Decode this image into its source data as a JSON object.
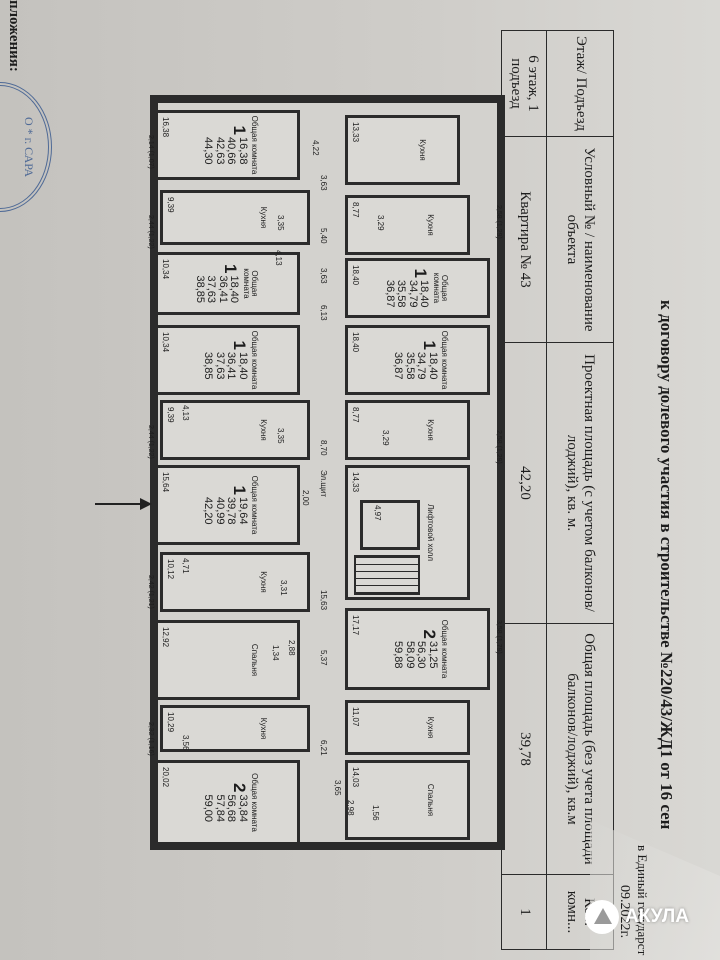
{
  "header": {
    "title": "к договору долевого участия в строительстве №220/43/ЖД1 от 16 сен"
  },
  "side_text": "пложения:",
  "stamp_text": "О * г. САРА",
  "table": {
    "headers": [
      "Этаж/ Подъезд",
      "Условный № / наименование объекта",
      "Проектная площадь (с учетом балконов/лоджий), кв. м.",
      "Общая площадь (без учета площади балконов/лоджий), кв.м",
      "Ко... комн..."
    ],
    "row": [
      "6 этаж, 1 подъезд",
      "Квартира № 43",
      "42,20",
      "39,78",
      "1"
    ]
  },
  "footer": {
    "date": "09.2022г.",
    "registry": "в Единый государст"
  },
  "plan": {
    "rooms": [
      {
        "name": "Общая комната",
        "count": "1",
        "areas": [
          "16,38",
          "40,66",
          "42,63",
          "44,30"
        ],
        "dim": "16,38"
      },
      {
        "name": "Кухня",
        "dim": "9,39"
      },
      {
        "name": "Общая комната",
        "count": "1",
        "areas": [
          "18,40",
          "36,41",
          "37,63",
          "38,85"
        ],
        "dim": "10,34"
      },
      {
        "name": "Общая комната",
        "count": "1",
        "areas": [
          "18,40",
          "36,41",
          "37,63",
          "38,85"
        ],
        "dim": "10,34"
      },
      {
        "name": "Кухня",
        "dim": "9,39"
      },
      {
        "name": "Общая комната",
        "count": "1",
        "areas": [
          "19,64",
          "39,78",
          "40,99",
          "42,20"
        ],
        "dim": "15,64"
      },
      {
        "name": "Кухня",
        "dim": "10,12"
      },
      {
        "name": "Спальня",
        "dim": "12,92"
      },
      {
        "name": "Кухня",
        "dim": "10,29"
      },
      {
        "name": "Общая комната",
        "count": "2",
        "areas": [
          "33,84",
          "56,68",
          "57,84",
          "59,00"
        ],
        "dim": "20,02"
      },
      {
        "name": "Кухня",
        "dim": "13,33"
      },
      {
        "name": "Кухня",
        "dim": "8,77"
      },
      {
        "name": "Общая комната",
        "count": "1",
        "areas": [
          "18,40",
          "34,79",
          "35,58",
          "36,87"
        ],
        "dim": "18,40"
      },
      {
        "name": "Общая комната",
        "count": "1",
        "areas": [
          "18,40",
          "34,79",
          "35,58",
          "36,87"
        ],
        "dim": "18,40"
      },
      {
        "name": "Кухня",
        "dim": "8,77"
      },
      {
        "name": "Лифтовой холл",
        "dim": "14,33"
      },
      {
        "name": "Общая комната",
        "count": "2",
        "areas": [
          "31,25",
          "56,30",
          "58,09",
          "59,88"
        ],
        "dim": "17,17"
      },
      {
        "name": "Кухня",
        "dim": "11,07"
      },
      {
        "name": "Спальня",
        "dim": "14,03"
      }
    ],
    "balconies": [
      "2,14 (1,07)",
      "2,44 (1,22)",
      "2,44 (1,22)",
      "2,42 (1,21)",
      "2,32 (1,16)",
      "2,58 (1,29)",
      "2,58 (1,29)",
      "3,58 (1,79)"
    ],
    "dims": [
      "4,22",
      "3,63",
      "3,35",
      "5,40",
      "4,13",
      "6,13",
      "3,29",
      "3,63",
      "4,13",
      "3,35",
      "8,70",
      "3,29",
      "2,00",
      "4,71",
      "3,31",
      "15,63",
      "4,97",
      "1,34",
      "2,88",
      "5,37",
      "3,56",
      "6,21",
      "3,65",
      "2,98",
      "1,56"
    ],
    "panel_label": "Эл.щит"
  },
  "watermark": "АКУЛА"
}
